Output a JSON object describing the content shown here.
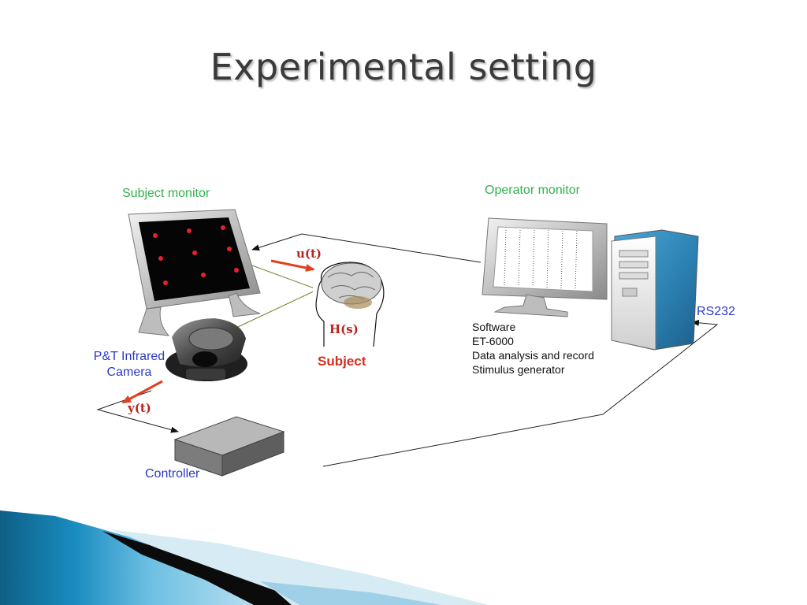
{
  "slide": {
    "title": "Experimental setting"
  },
  "diagram": {
    "subject_monitor_label": "Subject monitor",
    "operator_monitor_label": "Operator monitor",
    "camera_label_line1": "P&T Infrared",
    "camera_label_line2": "Camera",
    "controller_label": "Controller",
    "subject_label": "Subject",
    "rs232_label": "RS232",
    "input_signal": "u(t)",
    "transfer_function": "H(s)",
    "output_signal": "y(t)",
    "software_lines": [
      "Software",
      "ET-6000",
      "Data analysis and record",
      "Stimulus generator"
    ]
  },
  "colors": {
    "green_label": "#2fb24a",
    "blue_label": "#2b39c8",
    "red_accent": "#d32f1f",
    "stimulus_dot": "#e8202a"
  }
}
